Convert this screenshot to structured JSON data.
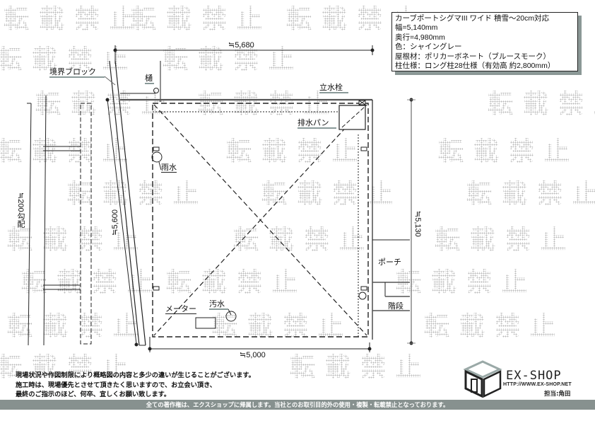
{
  "watermark": {
    "text": "転載禁止",
    "color": "#b8b8b8"
  },
  "spec": {
    "title": "カーブポートシグマIII ワイド 積雪～20cm対応",
    "width": "幅=5,140mm",
    "depth": "奥行=4,980mm",
    "color": "色：シャイングレー",
    "roof": "屋根材：ポリカーボネート（ブルースモーク）",
    "pillar": "柱仕様：ロング柱28仕様（有効高 約2,800mm）"
  },
  "labels": {
    "boundary_block": "境界ブロック",
    "gutter": "樋",
    "standpipe": "立水栓",
    "drain_pan": "排水パン",
    "rainwater": "雨水",
    "porch": "ポーチ",
    "stairs": "階段",
    "meter": "メーター",
    "sewage": "汚水"
  },
  "dimensions": {
    "top": "≒5,680",
    "bottom": "≒5,000",
    "right": "≒5,130",
    "diagonal": "≒5,600",
    "left_slope": "≒200勾配"
  },
  "notes": [
    "現場状況や作図制限により概略図の内容と多少の違いが生じることがございます。",
    "施工時は、現場優先とさせて頂きたく思いますので、お立会い頂き、",
    "最終のご指示のほど、何卒、宜しくお願い致します。"
  ],
  "logo": {
    "name": "EX-SHOP",
    "url": "HTTP://WWW.EX-SHOP.NET",
    "staff": "担当:角田"
  },
  "footer": {
    "text": "全ての著作権は、エクスショップに帰属します。当社とのお取引目的外の使用・複製・転載禁止となっております。",
    "color": "#87918f"
  }
}
